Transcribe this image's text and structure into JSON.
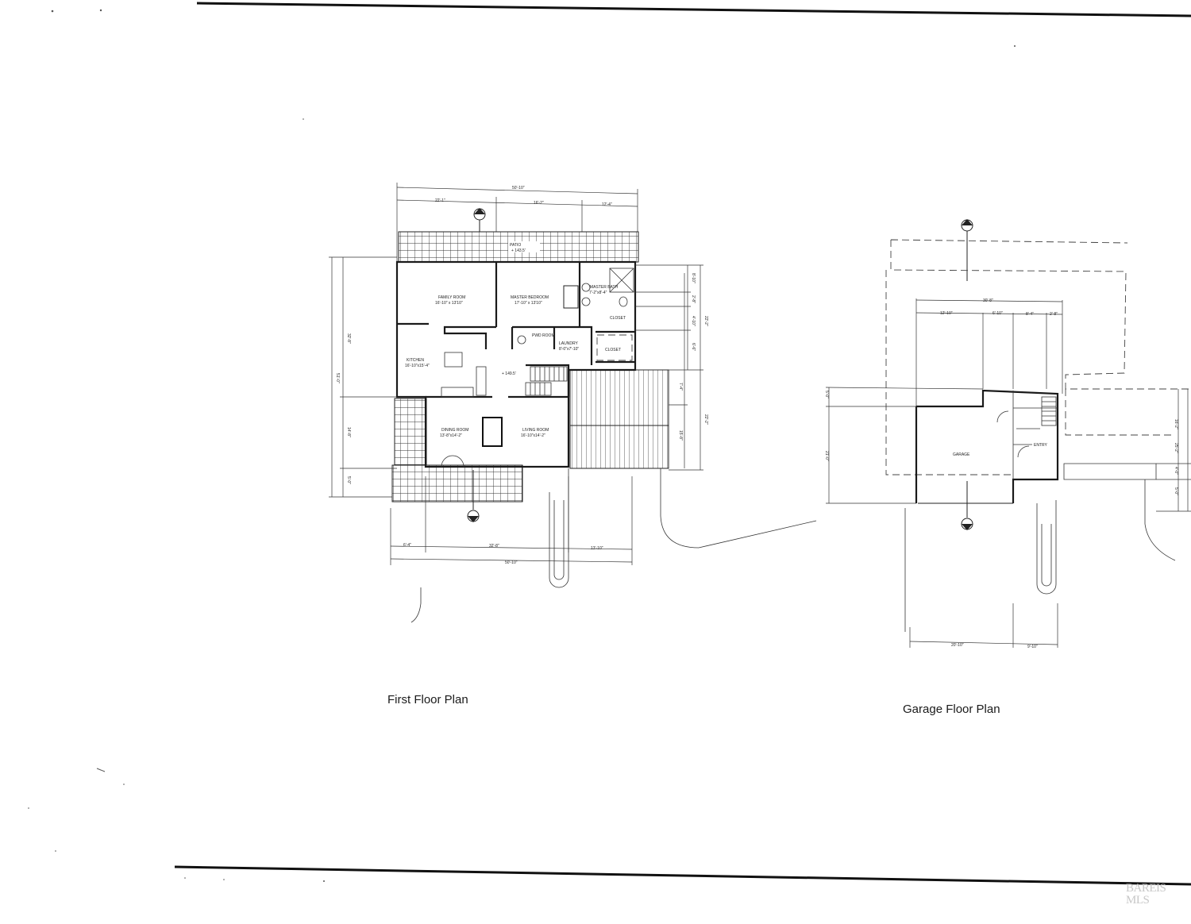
{
  "sheet": {
    "first_floor_caption": "First Floor Plan",
    "garage_floor_caption": "Garage Floor Plan",
    "watermark": "BAREIS MLS"
  },
  "first_floor": {
    "rooms": [
      {
        "id": "patio",
        "name": "PATIO",
        "note": "+ 143.5'"
      },
      {
        "id": "family",
        "name": "FAMILY ROOM",
        "size": "16'-10\" x 13'10\""
      },
      {
        "id": "master",
        "name": "MASTER BEDROOM",
        "size": "17'-10\" x 13'10\""
      },
      {
        "id": "bath",
        "name": "MASTER BATH",
        "size": "7'-2\"x8'-4\""
      },
      {
        "id": "closet1",
        "name": "CLOSET",
        "size": ""
      },
      {
        "id": "kitchen",
        "name": "KITCHEN",
        "size": "16'-10\"x15'-4\""
      },
      {
        "id": "pwd",
        "name": "PWD ROOM",
        "size": ""
      },
      {
        "id": "laundry",
        "name": "LAUNDRY",
        "size": "8'-0\"x7'-10\""
      },
      {
        "id": "closet2",
        "name": "CLOSET",
        "size": ""
      },
      {
        "id": "dining",
        "name": "DINING ROOM",
        "size": "13'-8\"x14'-2\""
      },
      {
        "id": "living",
        "name": "LIVING ROOM",
        "size": "16'-10\"x14'-2\""
      }
    ],
    "elevation_note": "+ 149.5'",
    "dims_top": [
      "50'-10\"",
      "22'-1\"",
      "16'-2\"",
      "12'-4\""
    ],
    "dims_bottom": [
      "6'-4\"",
      "32'-8\"",
      "13'-10\"",
      "50'-10\""
    ],
    "dims_left": [
      "32'-8\"",
      "51'-0\"",
      "14'-8\"",
      "5'-0\""
    ],
    "dims_right": [
      "8'-10\"",
      "2'-8\"",
      "4'-10\"",
      "6'-6\"",
      "7'-4\"",
      "15'-8\"",
      "22'-2\"",
      "22'-2\""
    ]
  },
  "garage_floor": {
    "rooms": [
      {
        "id": "garage",
        "name": "GARAGE"
      },
      {
        "id": "entry",
        "name": "ENTRY"
      }
    ],
    "dims_top": [
      "30'-8\"",
      "12'-10\"",
      "6'-10\"",
      "8'-4\"",
      "2'-8\""
    ],
    "dims_bottom": [
      "20'-10\"",
      "9'-10\""
    ],
    "dims_left": [
      "5'-0\"",
      "21'-0\""
    ],
    "dims_right": [
      "16'-2\"",
      "25'-2\"",
      "4'-0\"",
      "5'-0\""
    ]
  }
}
